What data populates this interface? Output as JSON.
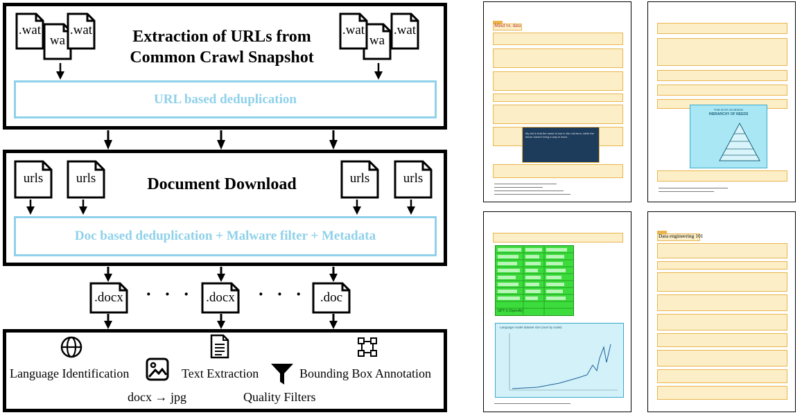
{
  "stage1": {
    "title_line1": "Extraction of URLs from",
    "title_line2": "Common Crawl Snapshot",
    "box_label": "URL based deduplication",
    "file_label": ".wat",
    "file_label_partial": "wa"
  },
  "stage2": {
    "title": "Document Download",
    "box_label": "Doc based deduplication + Malware filter + Metadata",
    "file_label": "urls"
  },
  "stage3": {
    "files": [
      ".docx",
      ".docx",
      ".doc"
    ],
    "dots": "· · · ·"
  },
  "stage4": {
    "language_label": "Language Identification",
    "text_label": "Text Extraction",
    "bbox_label": "Bounding Box Annotation",
    "docx_label": "docx → jpg",
    "quality_label": "Quality Filters",
    "icons": [
      "globe-icon",
      "image-icon",
      "document-icon",
      "filter-icon",
      "bounding-box-icon"
    ]
  },
  "pages": {
    "p1_heading": "Mind vs. data",
    "p4_heading": "Data engineering 101",
    "chart_title": "Language model dataset size (num by scale)",
    "tweet_text": "My bet is that the same is true in the mid term, while the future doesn't bring a way to learn...",
    "pyramid_title_1": "THE DATA SCIENCE",
    "pyramid_title_2": "HIERARCHY OF NEEDS",
    "table_last_row": "GPT-3 (OpenAI)"
  },
  "colors": {
    "accent_blue": "#8fd1ea",
    "highlight_fill": "#fcefc7",
    "highlight_border": "#e9b44c",
    "table_green": "#3ddc3d",
    "figure_cyan": "#a9e7f5"
  }
}
